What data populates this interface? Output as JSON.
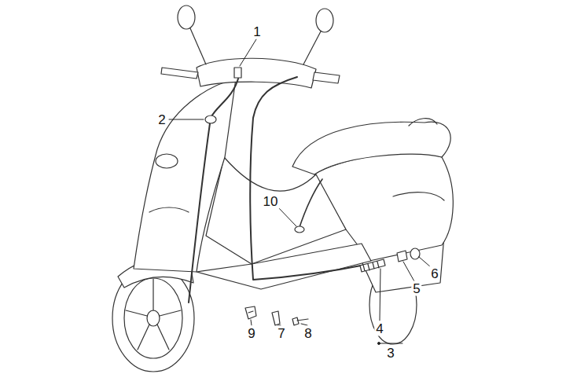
{
  "diagram": {
    "labels": [
      "1",
      "2",
      "10",
      "6",
      "5",
      "9",
      "7",
      "8",
      "4",
      "3"
    ]
  }
}
